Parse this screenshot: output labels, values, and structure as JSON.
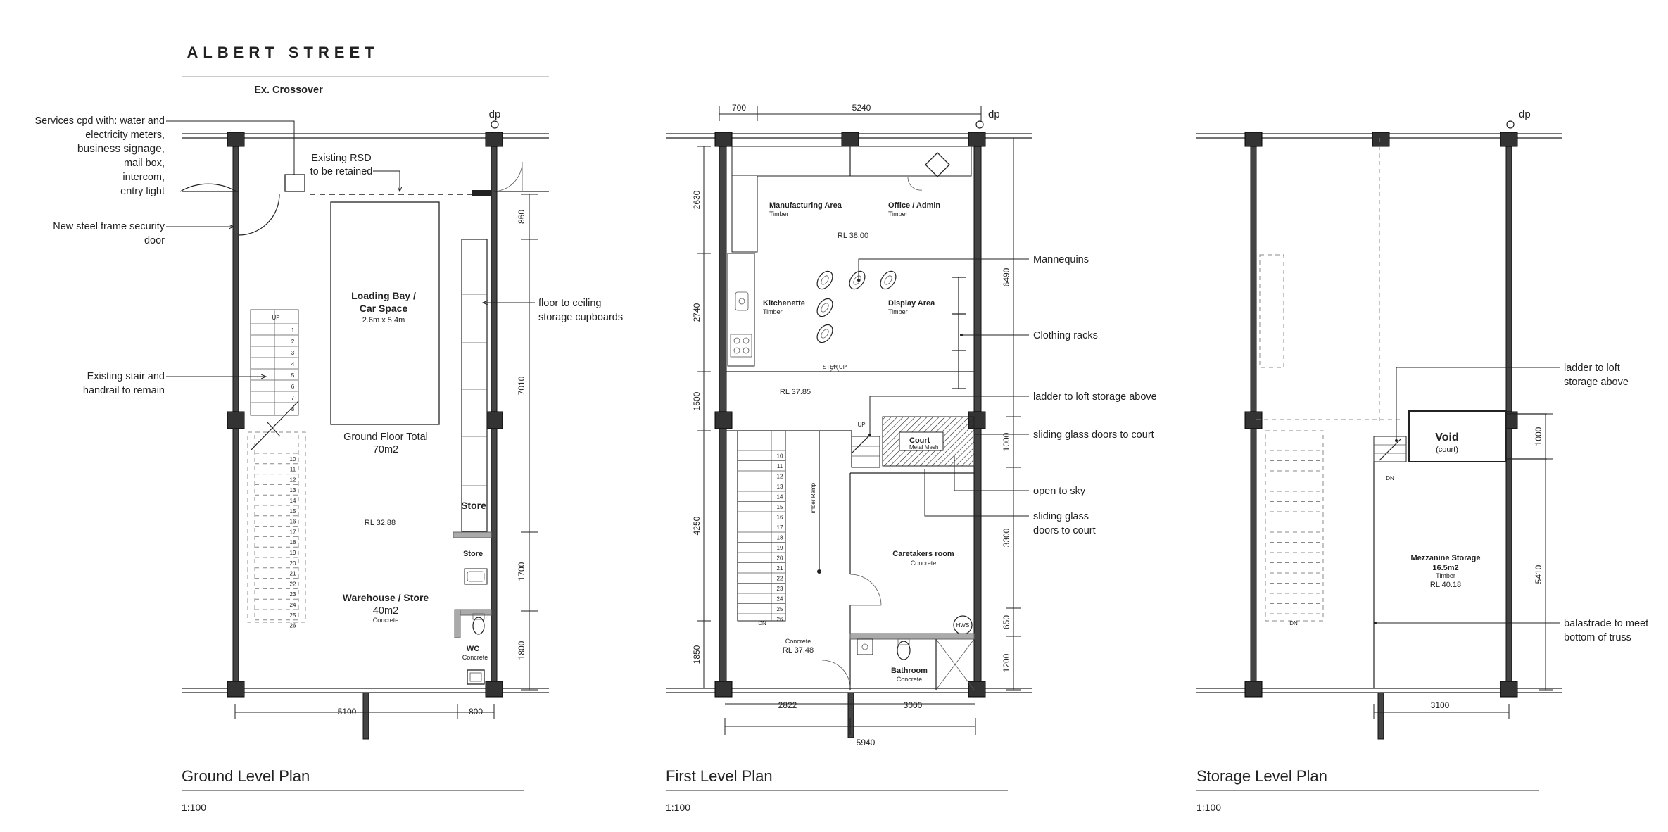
{
  "street_title": "ALBERT STREET",
  "crossover": "Ex. Crossover",
  "dp_label": "dp",
  "plans": [
    {
      "title": "Ground Level Plan",
      "scale": "1:100"
    },
    {
      "title": "First Level Plan",
      "scale": "1:100"
    },
    {
      "title": "Storage Level Plan",
      "scale": "1:100"
    }
  ],
  "ground": {
    "services_lines": [
      "Services cpd with: water and",
      "electricity meters,",
      "business signage,",
      "mail box,",
      "intercom,",
      "entry light"
    ],
    "security_door_lines": [
      "New steel frame security",
      "door"
    ],
    "rsd_lines": [
      "Existing RSD",
      "to be retained"
    ],
    "stair_note_lines": [
      "Existing stair and",
      "handrail to remain"
    ],
    "cupboards_lines": [
      "floor to ceiling",
      "storage cupboards"
    ],
    "loading_bay_lines": [
      "Loading Bay /",
      "Car Space"
    ],
    "loading_bay_size": "2.6m x 5.4m",
    "floor_total_lines": [
      "Ground Floor Total",
      "70m2"
    ],
    "rl": "RL 32.88",
    "warehouse_lines": [
      "Warehouse / Store",
      "40m2"
    ],
    "warehouse_finish": "Concrete",
    "store1": "Store",
    "store2": "Store",
    "wc": "WC",
    "wc_finish": "Concrete",
    "up": "UP",
    "dims": {
      "w1": "5100",
      "w2": "800",
      "v1": "860",
      "v2": "7010",
      "v3": "1700",
      "v4": "1800"
    }
  },
  "first": {
    "manufacturing": "Manufacturing Area",
    "manufacturing_finish": "Timber",
    "office": "Office / Admin",
    "office_finish": "Timber",
    "rl_top": "RL 38.00",
    "kitchenette": "Kitchenette",
    "kitchenette_finish": "Timber",
    "display": "Display Area",
    "display_finish": "Timber",
    "step_up": "STEP UP",
    "rl_mid": "RL 37.85",
    "court": "Court",
    "court_finish": "Metal Mesh",
    "up": "UP",
    "dn": "DN",
    "ramp": "Timber Ramp",
    "caretakers": "Caretakers room",
    "caretakers_finish": "Concrete",
    "hws": "HWS",
    "concrete": "Concrete",
    "rl_low": "RL 37.48",
    "bathroom": "Bathroom",
    "bathroom_finish": "Concrete",
    "notes": {
      "mannequins": "Mannequins",
      "racks": "Clothing racks",
      "ladder": "ladder to loft storage above",
      "glass1": "sliding glass doors to court",
      "sky": "open to sky",
      "glass2_lines": [
        "sliding glass",
        "doors to court"
      ]
    },
    "dims": {
      "t1": "700",
      "t2": "5240",
      "l1": "2630",
      "l2": "2740",
      "l3": "1500",
      "l4": "4250",
      "l5": "1850",
      "r1": "6490",
      "r2": "1000",
      "r3": "3300",
      "r4": "650",
      "r5": "1200",
      "b1": "2822",
      "b2": "3000",
      "b3": "5940"
    }
  },
  "storage": {
    "void": "Void",
    "void_sub": "(court)",
    "mezz_lines": [
      "Mezzanine Storage",
      "16.5m2"
    ],
    "mezz_finish": "Timber",
    "rl": "RL 40.18",
    "dn": "DN",
    "ladder_lines": [
      "ladder to loft",
      "storage above"
    ],
    "balustrade_lines": [
      "balastrade to meet",
      "bottom of truss"
    ],
    "dims": {
      "r1": "1000",
      "r2": "5410",
      "b1": "3100"
    }
  },
  "stair_numbers_ground_upper": [
    "1",
    "2",
    "3",
    "4",
    "5",
    "6",
    "7",
    "8"
  ],
  "stair_numbers_lower": [
    "10",
    "11",
    "12",
    "13",
    "14",
    "15",
    "16",
    "17",
    "18",
    "19",
    "20",
    "21",
    "22",
    "23",
    "24",
    "25",
    "26"
  ]
}
